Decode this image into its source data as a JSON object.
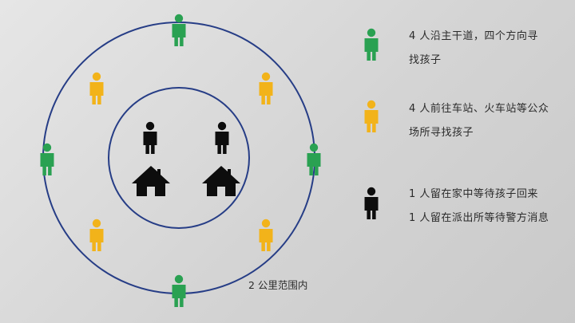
{
  "colors": {
    "green": "#2aa152",
    "yellow": "#f2b31a",
    "black": "#0d0d0d",
    "circle": "#263d86"
  },
  "icons": {
    "person": "person-icon",
    "house": "house-icon"
  },
  "legend": {
    "green": {
      "line1": "4 人沿主干道，四个方向寻",
      "line2": "找孩子"
    },
    "yellow": {
      "line1": "4 人前往车站、火车站等公众",
      "line2": "场所寻找孩子"
    },
    "black": {
      "line1": "1 人留在家中等待孩子回来",
      "line2": "1 人留在派出所等待警方消息"
    }
  },
  "caption": "2 公里范围内"
}
